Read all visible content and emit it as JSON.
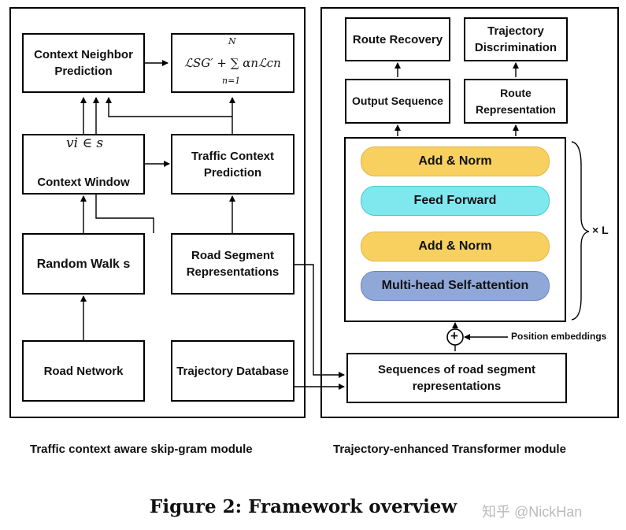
{
  "left_module": {
    "caption": "Traffic context aware skip-gram module",
    "context_neighbor_prediction": "Context Neighbor Prediction",
    "loss_formula": {
      "main": "ℒSG′ + ∑ αnℒcn",
      "sum_top": "N",
      "sum_bottom": "n=1"
    },
    "context_window": {
      "symbol": "vi ∈ s",
      "label": "Context Window"
    },
    "traffic_context_prediction": "Traffic Context Prediction",
    "random_walk": "Random Walk s",
    "road_segment_representations": "Road Segment Representations",
    "road_network": "Road Network",
    "trajectory_database": "Trajectory Database"
  },
  "right_module": {
    "caption": "Trajectory-enhanced Transformer module",
    "route_recovery": "Route Recovery",
    "trajectory_discrimination": "Trajectory Discrimination",
    "output_sequence": "Output Sequence",
    "route_representation": "Route Representation",
    "add_norm_top": "Add & Norm",
    "feed_forward": "Feed Forward",
    "add_norm_bottom": "Add & Norm",
    "multi_head_attention": "Multi-head Self-attention",
    "repeat_label": "× L",
    "position_embeddings": "Position embeddings",
    "plus_symbol": "+",
    "sequences_box": "Sequences of road segment representations"
  },
  "colors": {
    "add_norm": "#f7d060",
    "feed_forward": "#7fe8ef",
    "attention": "#8fa8d8"
  },
  "figure_title": "Figure 2: Framework overview",
  "watermark": "知乎 @NickHan"
}
